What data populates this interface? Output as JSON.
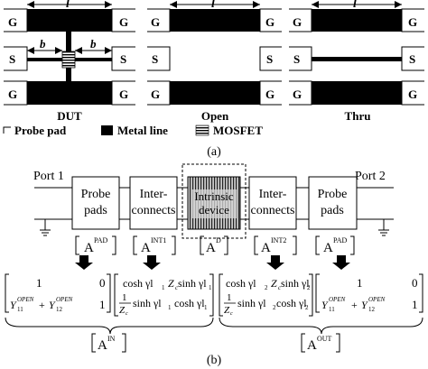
{
  "panel_a": {
    "pad_g": "G",
    "pad_s": "S",
    "length_label": "l",
    "b_label": "b",
    "structures": {
      "dut": "DUT",
      "open": "Open",
      "thru": "Thru"
    },
    "legend": {
      "probe_pad": "Probe pad",
      "metal_line": "Metal line",
      "mosfet": "MOSFET"
    },
    "caption": "(a)"
  },
  "panel_b": {
    "port1": "Port 1",
    "port2": "Port 2",
    "blocks": {
      "probe_pads_1": [
        "Probe",
        "pads"
      ],
      "interconnects_1": [
        "Inter-",
        "connects"
      ],
      "intrinsic": [
        "Intrinsic",
        "device"
      ],
      "interconnects_2": [
        "Inter-",
        "connects"
      ],
      "probe_pads_2": [
        "Probe",
        "pads"
      ]
    },
    "abcd": {
      "base": "A",
      "pad": "PAD",
      "int1": "INT1",
      "dev": "D",
      "int2": "INT2",
      "pad2": "PAD"
    },
    "matrices": {
      "one": "1",
      "zero": "0",
      "y11": "Y",
      "y11_sub": "11",
      "y12_sub": "12",
      "open_sup": "OPEN",
      "plus": "+",
      "cosh1": "cosh γl",
      "sinh_zc": "Z",
      "sinh_zc_sub": "c",
      "sinh_text": " sinh γl",
      "inv_zc": "1",
      "sinh_g": "sinh γl",
      "sub1": "1",
      "sub2": "2"
    },
    "a_in": "IN",
    "a_out": "OUT",
    "caption": "(b)"
  }
}
